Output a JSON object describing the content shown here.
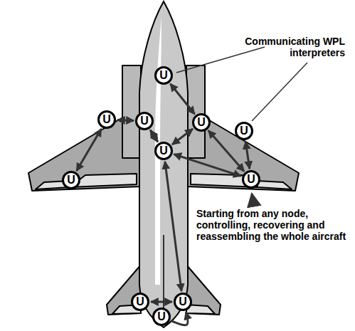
{
  "diagram": {
    "nodes": [
      {
        "text": [
          "U"
        ]
      },
      {
        "text": [
          "U"
        ]
      },
      {
        "text": [
          "U"
        ]
      },
      {
        "text": [
          "U"
        ]
      },
      {
        "text": [
          "U"
        ]
      },
      {
        "text": [
          "U"
        ]
      },
      {
        "text": [
          "U"
        ]
      },
      {
        "text": [
          "U"
        ]
      },
      {
        "text": [
          "U"
        ]
      },
      {
        "text": [
          "U"
        ]
      },
      {
        "text": [
          "U"
        ]
      }
    ],
    "edges": [
      {
        "from": 0,
        "to": 3,
        "arrow": "both"
      },
      {
        "from": 1,
        "to": 2,
        "arrow": "both"
      },
      {
        "from": 1,
        "to": 7,
        "arrow": "both"
      },
      {
        "from": 2,
        "to": 5,
        "arrow": "both"
      },
      {
        "from": 5,
        "to": 3,
        "arrow": "both"
      },
      {
        "from": 3,
        "to": 6,
        "arrow": "both"
      },
      {
        "from": 4,
        "to": 6,
        "arrow": "both"
      },
      {
        "from": 5,
        "to": 6,
        "arrow": "both"
      },
      {
        "from": 5,
        "to": 9,
        "arrow": "both"
      },
      {
        "from": 8,
        "to": 9,
        "arrow": "both"
      },
      {
        "from": 10,
        "to": 9,
        "arrow": "to"
      }
    ],
    "labels": [
      "Communicating WPL interpreters",
      "Starting from any node, controlling, recovering and reassembling the whole aircraft"
    ]
  }
}
